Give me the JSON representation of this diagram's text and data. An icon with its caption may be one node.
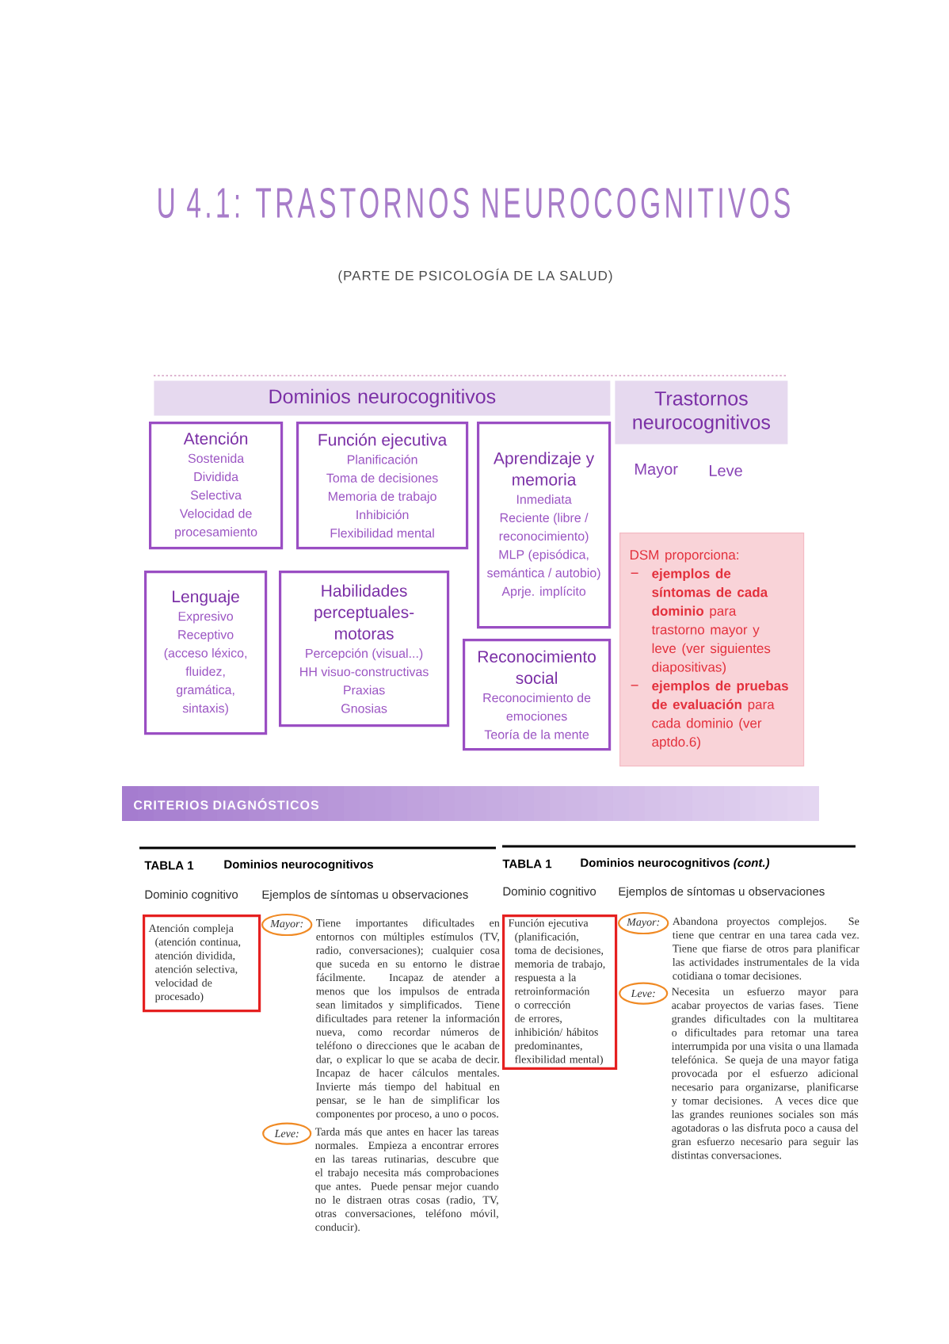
{
  "diagram": {
    "title": "U 4.1: TRASTORNOS NEUROCOGNITIVOS",
    "nodes": [
      {
        "text": [
          "Dominios neurocognitivos"
        ]
      },
      {
        "text": [
          "Trastornos neurocognitivos"
        ]
      },
      {
        "text": [
          "Atención",
          "Sostenida",
          "Dividida",
          "Selectiva",
          "Velocidad de procesamiento"
        ]
      },
      {
        "text": [
          "Función ejecutiva",
          "Planificación",
          "Toma de decisiones",
          "Memoria de trabajo",
          "Inhibición",
          "Flexibilidad mental"
        ]
      },
      {
        "text": [
          "Aprendizaje y memoria",
          "Inmediata",
          "Reciente (libre / reconocimiento)",
          "MLP (episódica, semántica / autobio)",
          "Aprje. implícito"
        ]
      },
      {
        "text": [
          "Lenguaje",
          "Expresivo",
          "Receptivo (acceso léxico, fluidez, gramática, sintaxis)"
        ]
      },
      {
        "text": [
          "Habilidades perceptuales-motoras",
          "Percepción (visual...)",
          "HH visuo-constructivas",
          "Praxias",
          "Gnosias"
        ]
      },
      {
        "text": [
          "Reconocimiento social",
          "Reconocimiento de emociones",
          "Teoría de la mente"
        ]
      },
      {
        "text": [
          "DSM proporciona:",
          "**ejemplos de síntomas de cada dominio** para trastorno mayor y leve (ver siguientes diapositivas)",
          "**ejemplos de pruebas de evaluación** para cada dominio (ver aptdo.6)"
        ]
      },
      {
        "text": [
          "CRITERIOS DIAGNÓSTICOS"
        ]
      },
      {
        "text": [
          "Atención compleja (atención continua, atención dividida, atención selectiva, velocidad de procesado)"
        ]
      },
      {
        "text": [
          "Mayor:"
        ]
      },
      {
        "text": [
          "Leve:"
        ]
      },
      {
        "text": [
          "Función ejecutiva (planificación, toma de decisiones, memoria de trabajo, respuesta a la retroinformación o corrección de errores, inhibición/ hábitos predominantes, flexibilidad mental)"
        ]
      },
      {
        "text": [
          "Mayor:"
        ]
      },
      {
        "text": [
          "Leve:"
        ]
      }
    ],
    "labels": [
      "(PARTE DE PSICOLOGÍA DE LA SALUD)",
      "Mayor",
      "Leve",
      "TABLA 1",
      "Dominios neurocognitivos",
      "Dominio cognitivo",
      "Ejemplos de síntomas u observaciones",
      "Tiene importantes dificultades en entornos con múltiples estímulos (TV, radio, conversaciones); cualquier cosa que suceda en su entorno le distrae fácilmente. Incapaz de atender a menos que los impulsos de entrada sean limitados y simplificados. Tiene dificultades para retener la información nueva, como recordar números de teléfono o direcciones que le acaban de dar, o explicar lo que se acaba de decir. Incapaz de hacer cálculos mentales. Invierte más tiempo del habitual en pensar, se le han de simplificar los componentes por proceso, a uno o pocos.",
      "Tarda más que antes en hacer las tareas normales. Empieza a encontrar errores en las tareas rutinarias, descubre que el trabajo necesita más comprobaciones que antes. Puede pensar mejor cuando no le distraen otras cosas (radio, TV, otras conversaciones, teléfono móvil, conducir).",
      "TABLA 1",
      "Dominios neurocognitivos *(cont.)*",
      "Dominio cognitivo",
      "Ejemplos de síntomas u observaciones",
      "Abandona proyectos complejos. Se tiene que centrar en una tarea cada vez. Tiene que fiarse de otros para planificar las actividades instrumentales de la vida cotidiana o tomar decisiones.",
      "Necesita un esfuerzo mayor para acabar proyectos de varias fases. Tiene grandes dificultades con la multitarea o dificultades para retomar una tarea interrumpida por una visita o una llamada telefónica. Se queja de una mayor fatiga provocada por el esfuerzo adicional necesario para organizarse, planificarse y tomar decisiones. A veces dice que las grandes reuniones sociales son más agotadoras o las disfruta poco a causa del gran esfuerzo necesario para seguir las distintas conversaciones."
    ]
  }
}
